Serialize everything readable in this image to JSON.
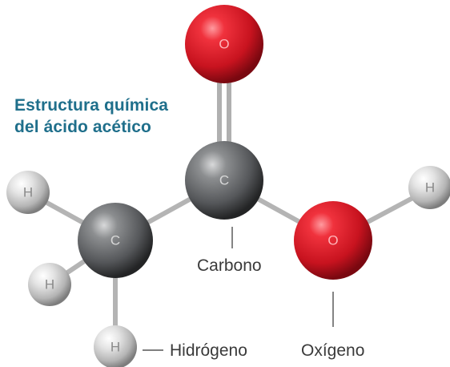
{
  "title": {
    "line1": "Estructura química",
    "line2": "del ácido acético"
  },
  "atoms": {
    "oxygen_top": "O",
    "carbon_center": "C",
    "carbon_left": "C",
    "oxygen_right": "O",
    "hydrogen_left_top": "H",
    "hydrogen_left_middle": "H",
    "hydrogen_bottom": "H",
    "hydrogen_right": "H"
  },
  "labels": {
    "carbon": "Carbono",
    "hydrogen": "Hidrógeno",
    "oxygen": "Oxígeno"
  },
  "colors": {
    "oxygen": "#d41f2c",
    "carbon": "#5a5c5e",
    "hydrogen": "#c9c9c9",
    "title": "#1f6f8b",
    "label": "#3a3a3a"
  }
}
